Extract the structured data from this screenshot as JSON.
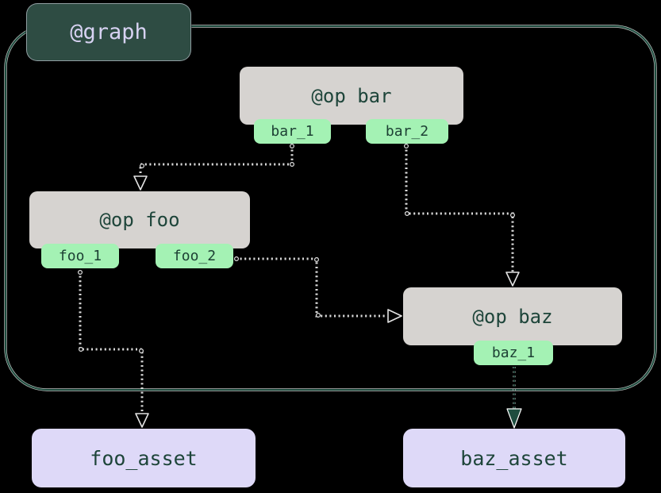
{
  "diagram": {
    "graph": {
      "label": "@graph"
    },
    "ops": [
      {
        "label": "@op bar",
        "outputs": [
          "bar_1",
          "bar_2"
        ]
      },
      {
        "label": "@op foo",
        "outputs": [
          "foo_1",
          "foo_2"
        ]
      },
      {
        "label": "@op baz",
        "outputs": [
          "baz_1"
        ]
      }
    ],
    "assets": [
      {
        "label": "foo_asset"
      },
      {
        "label": "baz_asset"
      }
    ],
    "edges": [
      {
        "from": "bar_1",
        "to": "@op foo",
        "style": "dotted-open-arrow"
      },
      {
        "from": "bar_2",
        "to": "@op baz",
        "style": "dotted-open-arrow"
      },
      {
        "from": "foo_2",
        "to": "@op baz",
        "style": "dotted-open-arrow"
      },
      {
        "from": "foo_1",
        "to": "foo_asset",
        "style": "dotted-open-arrow"
      },
      {
        "from": "baz_1",
        "to": "baz_asset",
        "style": "dotted-filled-arrow"
      }
    ],
    "colors": {
      "background": "#000000",
      "graph_border": "#1e4d3f",
      "graph_fill": "#2e4c43",
      "graph_text": "#d7d2f2",
      "op_fill": "#d6d3d0",
      "op_text": "#1e453a",
      "tag_fill": "#a4f2b4",
      "tag_text": "#1d4034",
      "asset_fill": "#ded9f8",
      "edge_light": "#e3e3e3",
      "edge_dark": "#1e4d3f"
    }
  }
}
